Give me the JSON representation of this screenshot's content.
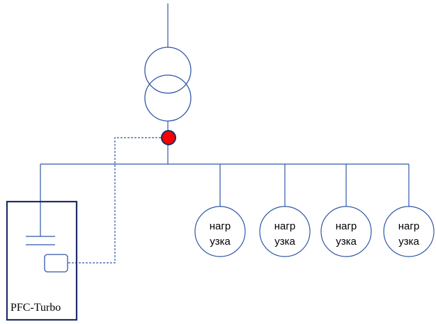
{
  "colors": {
    "line": "#2f56a6",
    "frame": "#1b2d66",
    "sensor_fill": "#ff0000",
    "sensor_stroke": "#1b2d66"
  },
  "device": {
    "label": "PFC-Turbo"
  },
  "loads": [
    {
      "line1": "нагр",
      "line2": "узка"
    },
    {
      "line1": "нагр",
      "line2": "узка"
    },
    {
      "line1": "нагр",
      "line2": "узка"
    },
    {
      "line1": "нагр",
      "line2": "узка"
    }
  ]
}
